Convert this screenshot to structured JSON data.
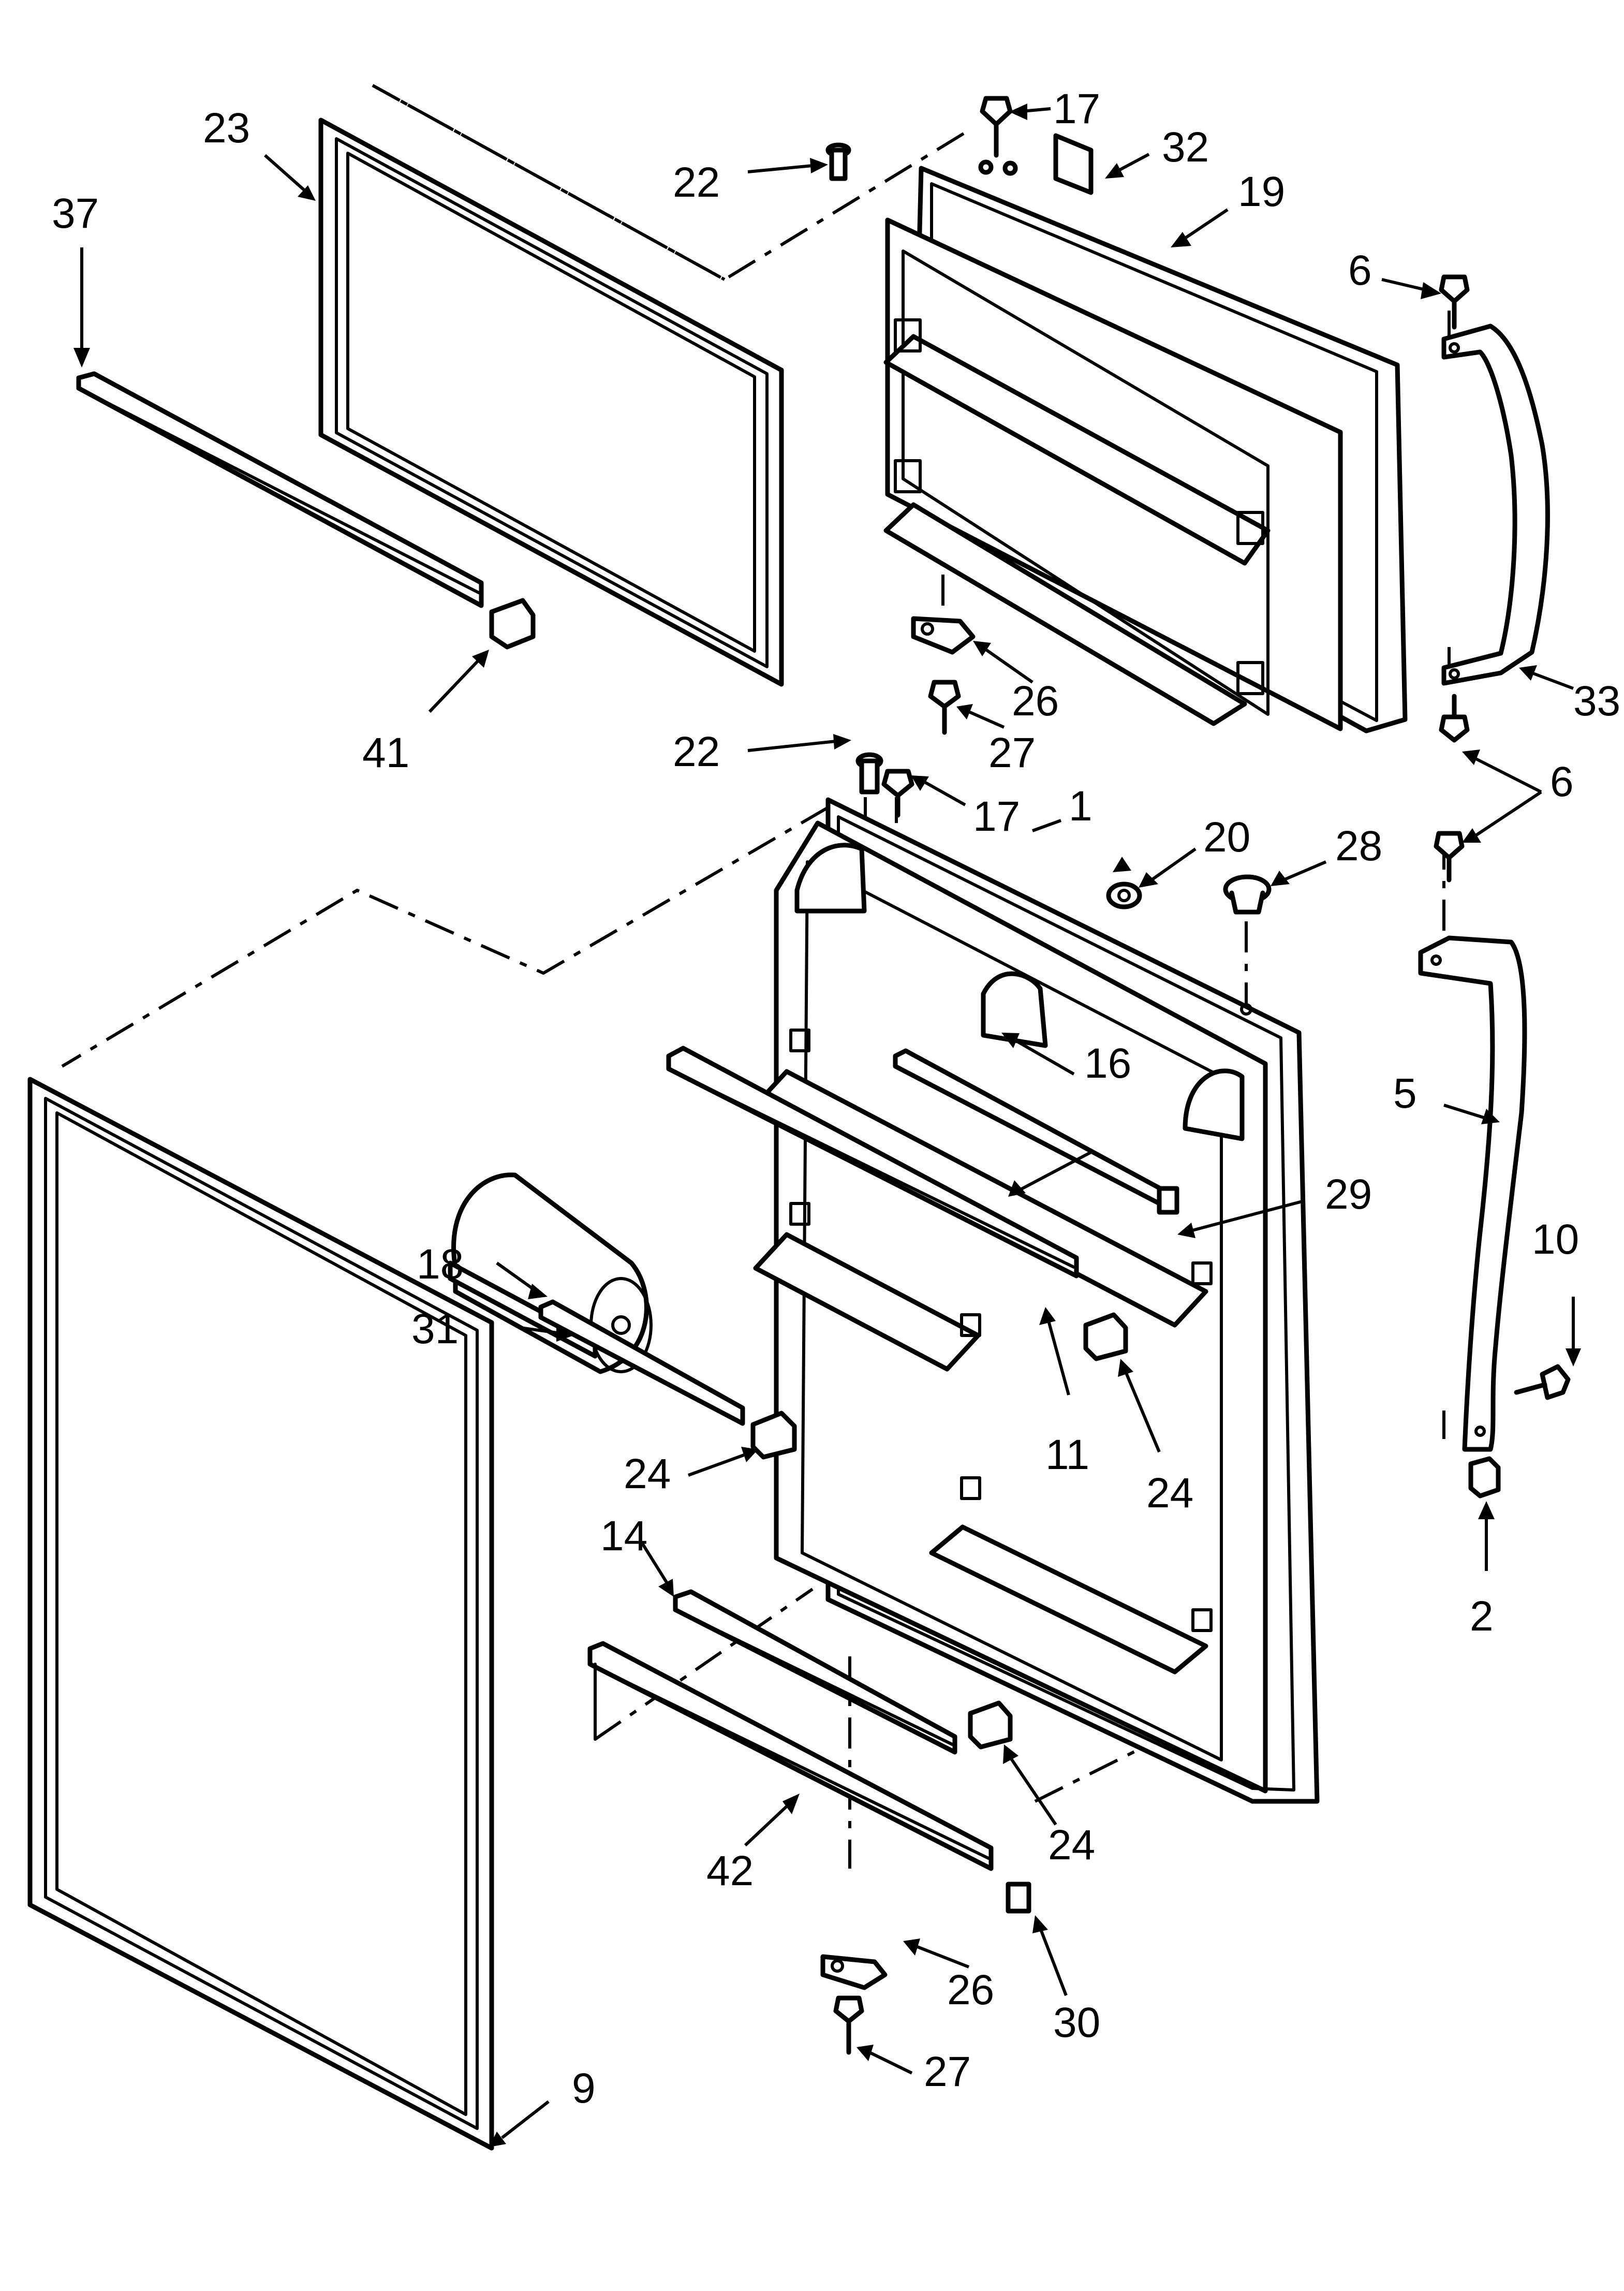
{
  "callouts": [
    {
      "id": "c23",
      "text": "23"
    },
    {
      "id": "c37",
      "text": "37"
    },
    {
      "id": "c41",
      "text": "41"
    },
    {
      "id": "c22a",
      "text": "22"
    },
    {
      "id": "c17a",
      "text": "17"
    },
    {
      "id": "c32",
      "text": "32"
    },
    {
      "id": "c19",
      "text": "19"
    },
    {
      "id": "c6a",
      "text": "6"
    },
    {
      "id": "c33",
      "text": "33"
    },
    {
      "id": "c26a",
      "text": "26"
    },
    {
      "id": "c27a",
      "text": "27"
    },
    {
      "id": "c22b",
      "text": "22"
    },
    {
      "id": "c17b",
      "text": "17"
    },
    {
      "id": "c1",
      "text": "1"
    },
    {
      "id": "c20",
      "text": "20"
    },
    {
      "id": "c28",
      "text": "28"
    },
    {
      "id": "c6b",
      "text": "6"
    },
    {
      "id": "c16",
      "text": "16"
    },
    {
      "id": "c5",
      "text": "5"
    },
    {
      "id": "c31",
      "text": "31"
    },
    {
      "id": "c29",
      "text": "29"
    },
    {
      "id": "c18",
      "text": "18"
    },
    {
      "id": "c10",
      "text": "10"
    },
    {
      "id": "c24a",
      "text": "24"
    },
    {
      "id": "c11",
      "text": "11"
    },
    {
      "id": "c24b",
      "text": "24"
    },
    {
      "id": "c14",
      "text": "14"
    },
    {
      "id": "c2",
      "text": "2"
    },
    {
      "id": "c24c",
      "text": "24"
    },
    {
      "id": "c42",
      "text": "42"
    },
    {
      "id": "c26b",
      "text": "26"
    },
    {
      "id": "c30",
      "text": "30"
    },
    {
      "id": "c27b",
      "text": "27"
    },
    {
      "id": "c9",
      "text": "9"
    }
  ]
}
